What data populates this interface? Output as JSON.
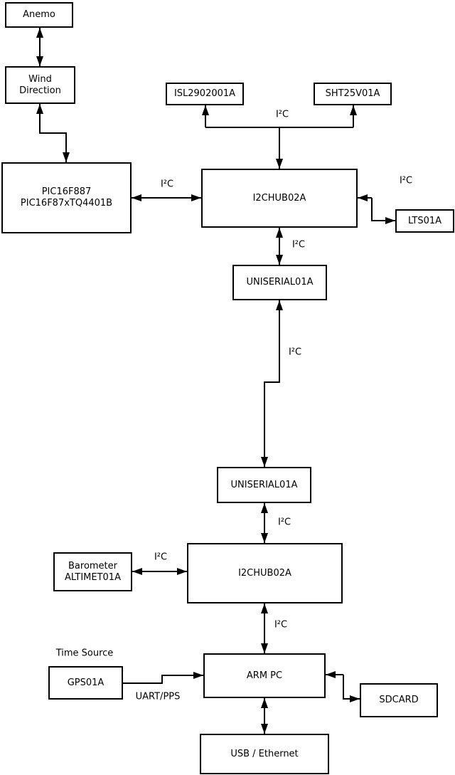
{
  "diagram": {
    "boxes": {
      "anemo": {
        "label": "Anemo"
      },
      "wind_direction": {
        "label": "Wind\nDirection"
      },
      "pic": {
        "label": "PIC16F887\nPIC16F87xTQ4401B"
      },
      "isl": {
        "label": "ISL2902001A"
      },
      "sht": {
        "label": "SHT25V01A"
      },
      "i2chub_top": {
        "label": "I2CHUB02A"
      },
      "lts": {
        "label": "LTS01A"
      },
      "uniserial_top": {
        "label": "UNISERIAL01A"
      },
      "uniserial_bottom": {
        "label": "UNISERIAL01A"
      },
      "barometer": {
        "label": "Barometer\nALTIMET01A"
      },
      "i2chub_bottom": {
        "label": "I2CHUB02A"
      },
      "gps": {
        "label": "GPS01A"
      },
      "arm_pc": {
        "label": "ARM PC"
      },
      "sdcard": {
        "label": "SDCARD"
      },
      "usb_ethernet": {
        "label": "USB / Ethernet"
      }
    },
    "edge_labels": {
      "i2c_sensors": "I²C",
      "i2c_pic": "I²C",
      "i2c_lts": "I²C",
      "i2c_hub_uniserial": "I²C",
      "i2c_uniserial_link": "I²C",
      "i2c_uniserial_hub2": "I²C",
      "i2c_barometer": "I²C",
      "i2c_arm": "I²C",
      "time_source": "Time Source",
      "uart_pps": "UART/PPS"
    },
    "colors": {
      "line": "#000000",
      "text": "#000000",
      "box_fill": "#ffffff",
      "background": "#ffffff"
    }
  }
}
